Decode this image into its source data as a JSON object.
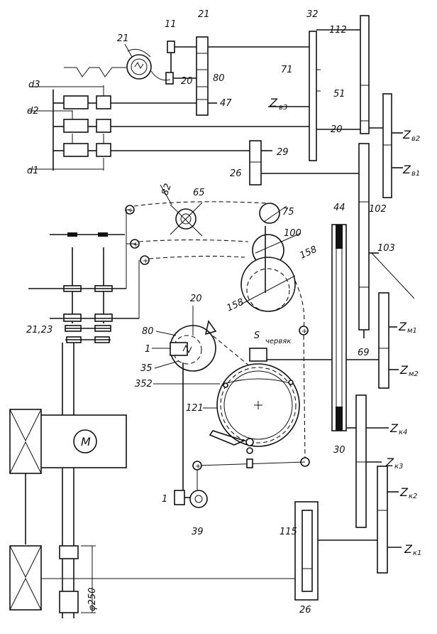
{
  "labels": {
    "g21_top": "21",
    "g11": "11",
    "g21_worm": "21",
    "g20_worm": "20",
    "g80": "80",
    "g47": "47",
    "g32": "32",
    "g71": "71",
    "zb3": "Z",
    "zb3_sub": "в3",
    "g112": "112",
    "g51": "51",
    "g20_right": "20",
    "zb2": "Z",
    "zb2_sub": "в2",
    "zb1": "Z",
    "zb1_sub": "в1",
    "g29": "29",
    "g26_mid": "26",
    "d3": "d3",
    "d2": "d2",
    "d1": "d1",
    "p82": "82",
    "p65": "65",
    "p75": "75",
    "p100": "100",
    "p158a": "158",
    "p158b": "158",
    "g44": "44",
    "g102": "102",
    "g103": "103",
    "g69": "69",
    "zm1": "Z",
    "zm1_sub": "м1",
    "zm2": "Z",
    "zm2_sub": "м2",
    "g21_23": "21,23",
    "g20_cam": "20",
    "g80_cam": "80",
    "g1_cam": "1",
    "g35": "35",
    "g352": "352",
    "worm_s": "S",
    "worm_text": "червяк",
    "g121": "121",
    "motor": "M",
    "g30": "30",
    "zk4": "Z",
    "zk4_sub": "к4",
    "zk3": "Z",
    "zk3_sub": "к3",
    "zk2": "Z",
    "zk2_sub": "к2",
    "zk1": "Z",
    "zk1_sub": "к1",
    "g1_bottom": "1",
    "g39": "39",
    "g115": "115",
    "g26_bottom": "26",
    "phi250": "φ250"
  }
}
